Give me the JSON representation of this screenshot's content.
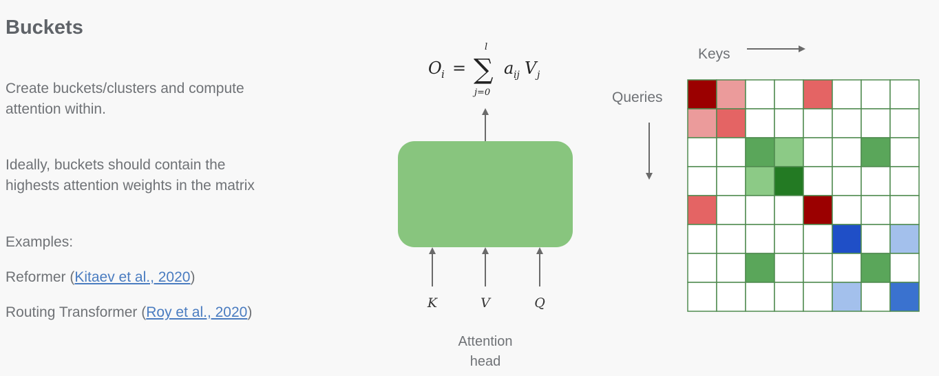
{
  "title": "Buckets",
  "text": {
    "p1_line1": "Create buckets/clusters and compute",
    "p1_line2": "attention within.",
    "p2_line1": "Ideally, buckets should contain the",
    "p2_line2": "highests attention weights in the matrix",
    "examples": "Examples:",
    "ex1_prefix": "Reformer (",
    "ex1_link": "Kitaev et al., 2020",
    "ex1_suffix": ")",
    "ex2_prefix": "Routing Transformer (",
    "ex2_link": "Roy et al., 2020",
    "ex2_suffix": ")"
  },
  "formula": {
    "lhs": "O",
    "lhs_sub": "i",
    "eq": "=",
    "sum": "∑",
    "upper": "l",
    "lower": "j=0",
    "term_a": "a",
    "term_a_sub": "ij",
    "term_v": "V",
    "term_v_sub": "j"
  },
  "attention_head": {
    "inputs": [
      "K",
      "V",
      "Q"
    ],
    "label_line1": "Attention",
    "label_line2": "head",
    "color": "#88c57e"
  },
  "matrix": {
    "keys_label": "Keys",
    "queries_label": "Queries",
    "rows": 8,
    "cols": 8,
    "grid_color": "#4f8a4f",
    "cells": [
      [
        "#9b0000",
        "#eb9b9b",
        "",
        "",
        "#e46464",
        "",
        "",
        ""
      ],
      [
        "#eb9b9b",
        "#e46464",
        "",
        "",
        "",
        "",
        "",
        ""
      ],
      [
        "",
        "",
        "#5aa65a",
        "#8cca86",
        "",
        "",
        "#5aa65a",
        ""
      ],
      [
        "",
        "",
        "#8cca86",
        "#237a23",
        "",
        "",
        "",
        ""
      ],
      [
        "#e46464",
        "",
        "",
        "",
        "#9b0000",
        "",
        "",
        ""
      ],
      [
        "",
        "",
        "",
        "",
        "",
        "#1f4fc7",
        "",
        "#a3c0ec"
      ],
      [
        "",
        "",
        "#5aa65a",
        "",
        "",
        "",
        "#5aa65a",
        ""
      ],
      [
        "",
        "",
        "",
        "",
        "",
        "#a3c0ec",
        "",
        "#3a72cf"
      ]
    ]
  }
}
